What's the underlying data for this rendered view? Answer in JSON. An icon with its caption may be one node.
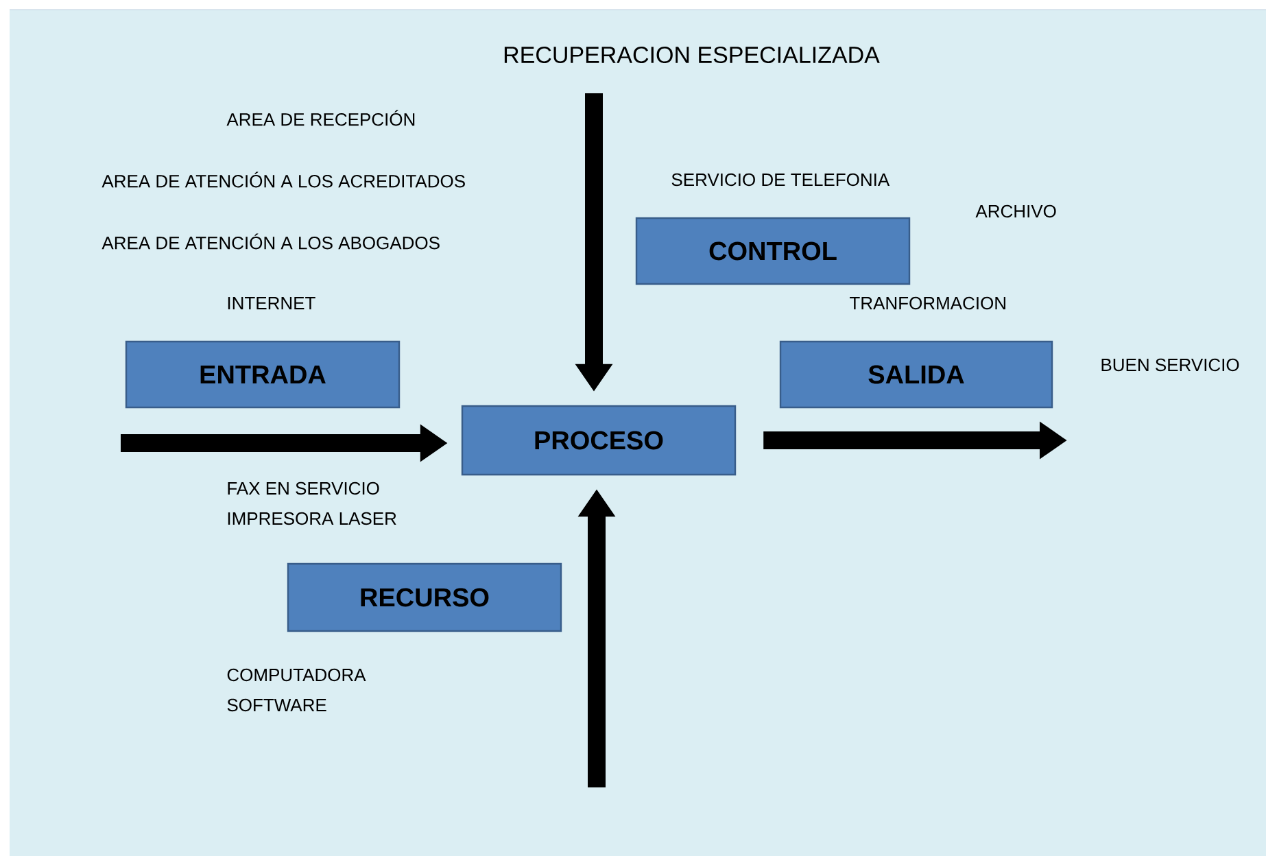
{
  "diagram": {
    "title": "RECUPERACION ESPECIALIZADA",
    "nodes": [
      {
        "text": [
          "CONTROL"
        ]
      },
      {
        "text": [
          "ENTRADA"
        ]
      },
      {
        "text": [
          "SALIDA"
        ]
      },
      {
        "text": [
          "PROCESO"
        ]
      },
      {
        "text": [
          "RECURSO"
        ]
      }
    ],
    "edges": [
      {
        "from": null,
        "to": 3,
        "arrow": "to"
      },
      {
        "from": null,
        "to": 3,
        "arrow": "to"
      },
      {
        "from": null,
        "to": 3,
        "arrow": "to"
      },
      {
        "from": 3,
        "to": null,
        "arrow": "to"
      }
    ],
    "labels": [
      "AREA DE RECEPCIÓN",
      "AREA DE ATENCIÓN A LOS ACREDITADOS",
      "SERVICIO DE TELEFONIA",
      "ARCHIVO",
      "AREA DE ATENCIÓN A LOS ABOGADOS",
      "INTERNET",
      "TRANFORMACION",
      "BUEN SERVICIO",
      "FAX EN SERVICIO",
      "IMPRESORA LASER",
      "COMPUTADORA",
      "SOFTWARE"
    ]
  }
}
